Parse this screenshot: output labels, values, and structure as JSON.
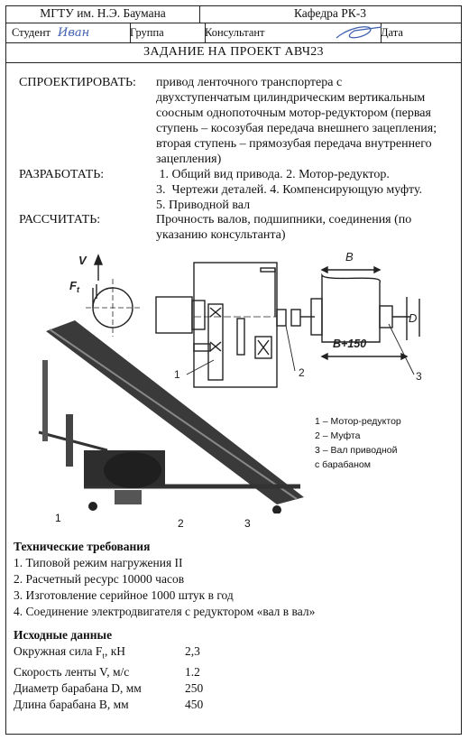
{
  "header": {
    "university": "МГТУ им. Н.Э. Баумана",
    "department": "Кафедра РК-3",
    "student_label": "Студент",
    "student_signature": "Иван",
    "group_label": "Группа",
    "consultant_label": "Консультант",
    "date_label": "Дата"
  },
  "title": "ЗАДАНИЕ НА ПРОЕКТ АВЧ23",
  "sections": [
    {
      "label": "СПРОЕКТИРОВАТЬ:",
      "lines": [
        "привод ленточного транспортера с",
        "двухступенчатым цилиндрическим вертикальным",
        "соосным однопоточным мотор-редуктором (первая",
        "ступень – косозубая передача внешнего зацепления;",
        "вторая ступень – прямозубая передача внутреннего",
        "зацепления)"
      ]
    },
    {
      "label": "РАЗРАБОТАТЬ:",
      "lines": [
        " 1. Общий вид привода. 2. Мотор-редуктор.",
        "3.  Чертежи деталей. 4. Компенсирующую муфту.",
        "5. Приводной вал"
      ]
    },
    {
      "label": "РАССЧИТАТЬ:",
      "lines": [
        "Прочность валов, подшипники, соединения (по",
        "указанию консультанта)"
      ]
    }
  ],
  "figure": {
    "v_label": "V",
    "ft_label": "F",
    "ft_sub": "t",
    "b_label": "B",
    "b150_label": "B+150",
    "d_label": "D",
    "callout_1": "1",
    "callout_2": "2",
    "callout_3": "3",
    "photo_1": "1",
    "photo_2": "2",
    "photo_3": "3"
  },
  "legend": [
    "1 – Мотор-редуктор",
    "2 – Муфта",
    "3 – Вал приводной",
    "с барабаном"
  ],
  "tech": {
    "heading": "Технические требования",
    "items": [
      "1. Типовой режим нагружения II",
      "2. Расчетный ресурс 10000 часов",
      "3. Изготовление серийное 1000 штук в год",
      "4. Соединение электродвигателя с редуктором «вал в вал»"
    ]
  },
  "input": {
    "heading": "Исходные данные",
    "rows": [
      {
        "key_pre": "Окружная сила F",
        "key_sub": "t",
        "key_post": ", кН",
        "value": "2,3"
      },
      {
        "key_pre": "Скорость ленты V, м/с",
        "key_sub": "",
        "key_post": "",
        "value": "1.2"
      },
      {
        "key_pre": "Диаметр барабана D, мм",
        "key_sub": "",
        "key_post": "",
        "value": "250"
      },
      {
        "key_pre": "Длина барабана B, мм",
        "key_sub": "",
        "key_post": "",
        "value": "450"
      }
    ]
  },
  "colors": {
    "ink": "#111111",
    "signature": "#3d5fb0"
  }
}
